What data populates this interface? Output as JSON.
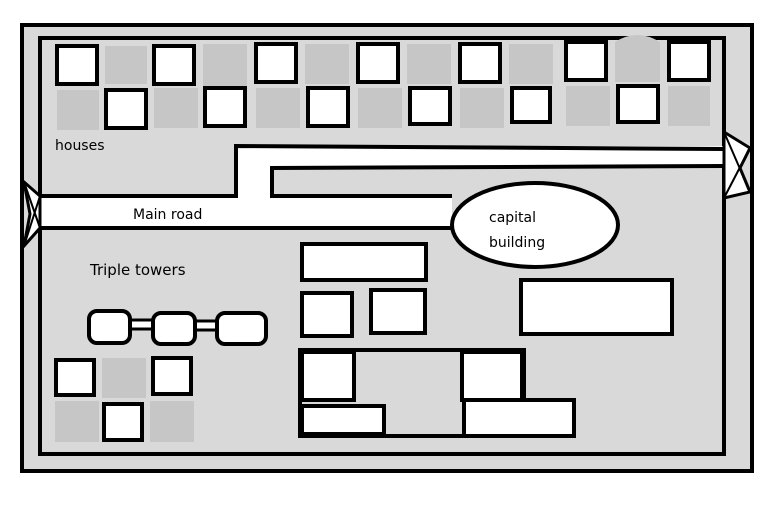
{
  "map": {
    "labels": {
      "houses": "houses",
      "main_road": "Main road",
      "triple_towers": "Triple towers",
      "capital_line1": "capital",
      "capital_line2": "building"
    },
    "colors": {
      "background": "#ffffff",
      "ground": "#d9d9d9",
      "house_gray": "#c6c6c6",
      "outline": "#000000",
      "building_fill": "#ffffff"
    }
  }
}
